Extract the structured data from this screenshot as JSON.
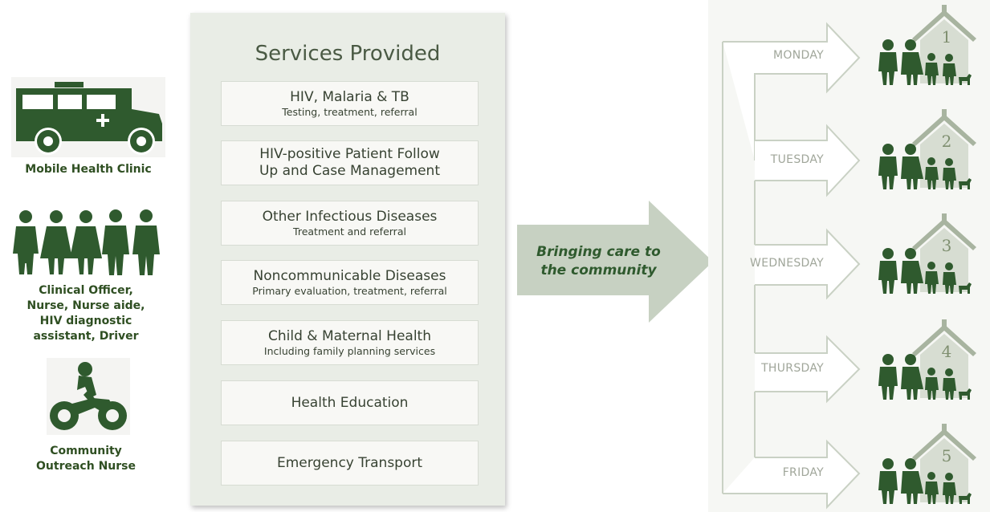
{
  "left": {
    "clinic_caption": "Mobile Health Clinic",
    "staff_caption": [
      "Clinical Officer,",
      "Nurse, Nurse aide,",
      "HIV diagnostic",
      "assistant, Driver"
    ],
    "outreach_caption": [
      "Community",
      "Outreach Nurse"
    ]
  },
  "panel": {
    "title": "Services Provided",
    "services": [
      {
        "title": "HIV, Malaria & TB",
        "sub": "Testing, treatment, referral"
      },
      {
        "title": "HIV-positive Patient Follow",
        "title2": "Up and Case Management"
      },
      {
        "title": "Other Infectious Diseases",
        "sub": "Treatment and referral"
      },
      {
        "title": "Noncommunicable Diseases",
        "sub": "Primary evaluation, treatment, referral"
      },
      {
        "title": "Child & Maternal Health",
        "sub": "Including family planning services"
      },
      {
        "title": "Health Education"
      },
      {
        "title": "Emergency Transport"
      }
    ]
  },
  "arrow": {
    "line1": "Bringing care to",
    "line2": "the community"
  },
  "schedule": {
    "days": [
      "MONDAY",
      "TUESDAY",
      "WEDNESDAY",
      "THURSDAY",
      "FRIDAY"
    ],
    "house_numbers": [
      "1",
      "2",
      "3",
      "4",
      "5"
    ]
  },
  "colors": {
    "dark_green": "#2f5a2e",
    "panel_bg": "#e9ede6",
    "light_arrow": "#c7d1c2"
  }
}
